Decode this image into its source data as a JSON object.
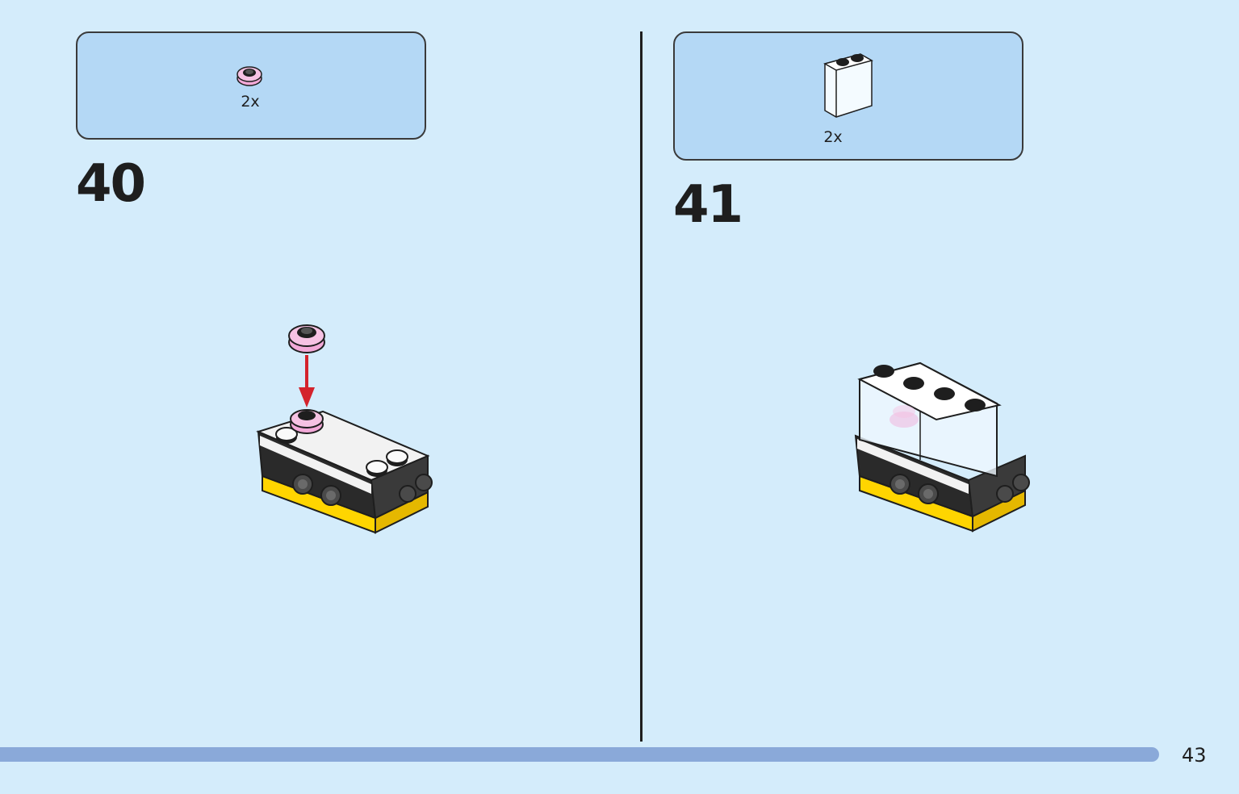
{
  "steps": [
    {
      "number": "40",
      "parts": [
        {
          "name": "pink-flower-plate",
          "quantity": "2x"
        }
      ]
    },
    {
      "number": "41",
      "parts": [
        {
          "name": "transparent-panel",
          "quantity": "2x"
        }
      ]
    }
  ],
  "page_number": "43",
  "colors": {
    "background": "#d4ecfb",
    "parts_box": "#b4d8f5",
    "progress": "#8aa9d9",
    "pink": "#f2a9d8",
    "yellow": "#ffd500",
    "arrow": "#d4232c"
  }
}
